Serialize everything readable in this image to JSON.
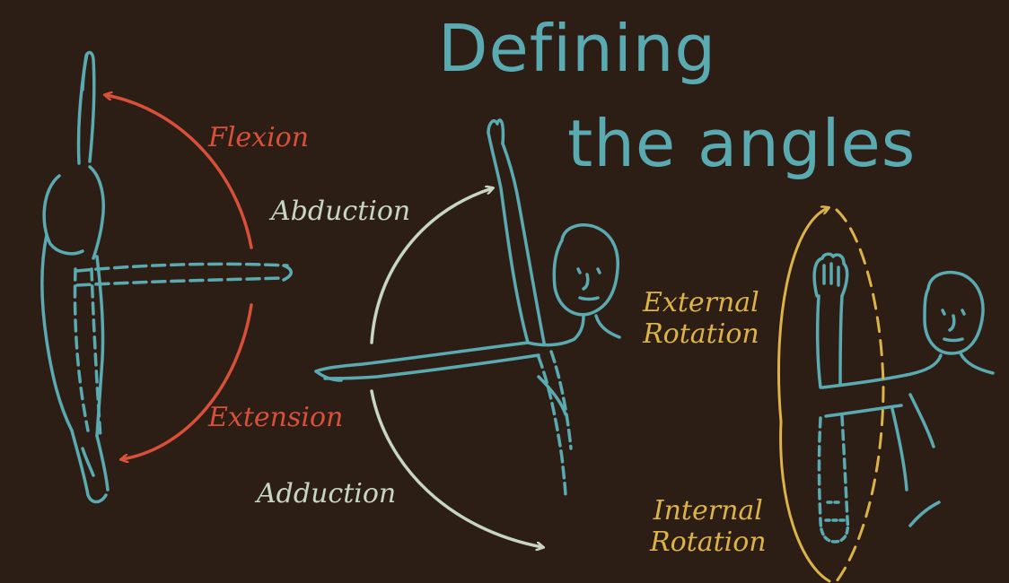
{
  "title": {
    "line1": "Defining",
    "line2": "the angles"
  },
  "labels": {
    "flexion": "Flexion",
    "extension": "Extension",
    "abduction": "Abduction",
    "adduction": "Adduction",
    "external_rotation_1": "External",
    "external_rotation_2": "Rotation",
    "internal_rotation_1": "Internal",
    "internal_rotation_2": "Rotation"
  },
  "colors": {
    "background": "#2d1e15",
    "figure": "#5aaab1",
    "flexion_extension": "#d9503a",
    "abduction_adduction": "#c7d6c2",
    "rotation": "#dcb348"
  }
}
